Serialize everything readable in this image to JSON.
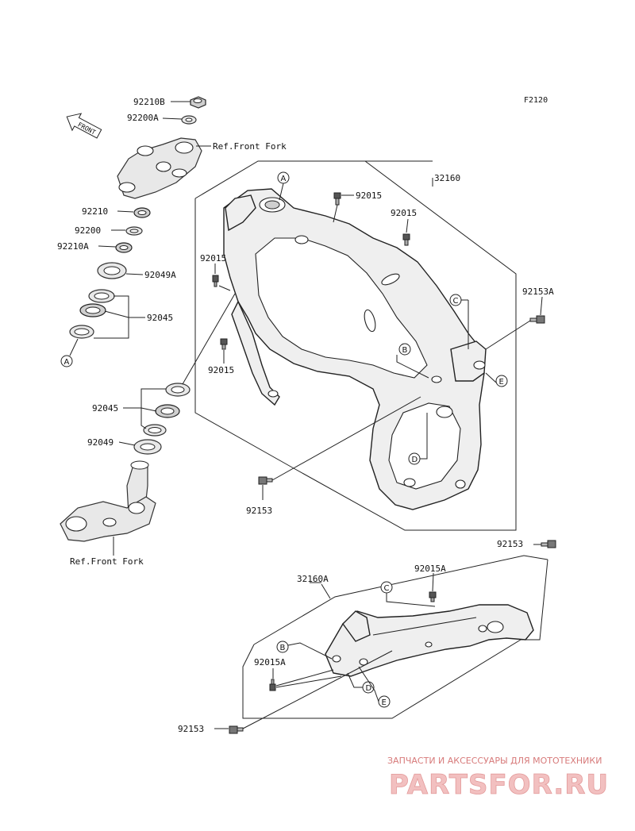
{
  "figure_code": "F2120",
  "front_label": "FRONT",
  "refs": {
    "ref_front_fork_top": "Ref.Front Fork",
    "ref_front_fork_bottom": "Ref.Front Fork"
  },
  "parts": {
    "p92210B": "92210B",
    "p92200A": "92200A",
    "p92210": "92210",
    "p92200": "92200",
    "p92210A": "92210A",
    "p92049A": "92049A",
    "p92045_upper": "92045",
    "p92045_lower": "92045",
    "p92049": "92049",
    "p32160": "32160",
    "p92015_top": "92015",
    "p92015_right": "92015",
    "p92015_left": "92015",
    "p92015_lower": "92015",
    "p92153A": "92153A",
    "p92153_mid": "92153",
    "p92153_right": "92153",
    "p32160A": "32160A",
    "p92015A_right": "92015A",
    "p92015A_left": "92015A",
    "p92153_bottom": "92153"
  },
  "callouts": {
    "a_left": "A",
    "a_frame": "A",
    "b_frame": "B",
    "c_frame": "C",
    "d_frame": "D",
    "e_frame": "E",
    "b_sub": "B",
    "c_sub": "C",
    "d_sub": "D",
    "e_sub": "E"
  },
  "watermark": {
    "tagline": "ЗАПЧАСТИ И АКСЕССУАРЫ ДЛЯ МОТОТЕХНИКИ",
    "logo": "PARTSFOR.RU"
  }
}
